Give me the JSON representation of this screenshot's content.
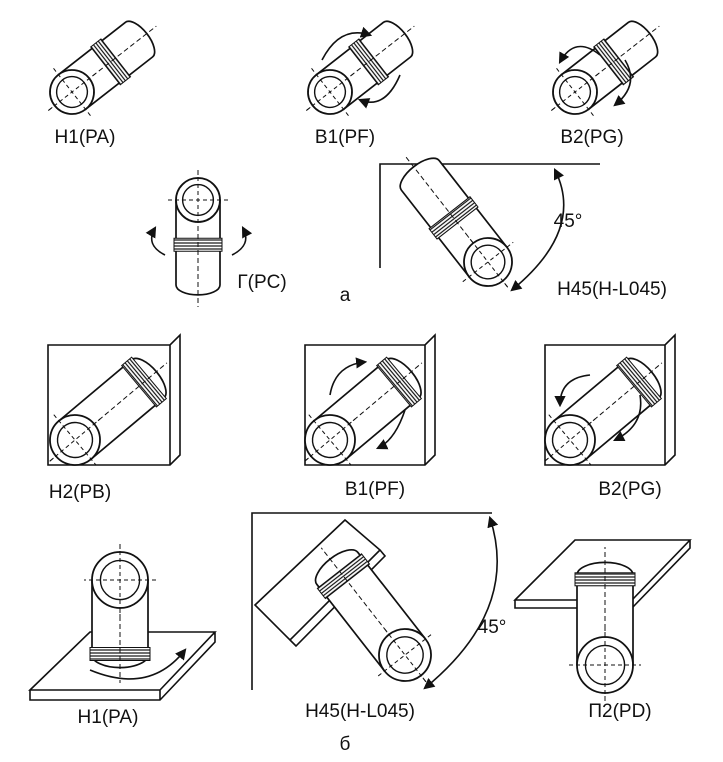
{
  "figure": {
    "section_a": {
      "label": "а",
      "positions": [
        {
          "id": "h1",
          "label": "H1(PA)"
        },
        {
          "id": "b1",
          "label": "B1(PF)"
        },
        {
          "id": "b2",
          "label": "B2(PG)"
        },
        {
          "id": "g",
          "label": "Г(PC)"
        },
        {
          "id": "h45",
          "label": "H45(H-L045)",
          "angle_label": "45°"
        }
      ]
    },
    "section_b": {
      "label": "б",
      "positions": [
        {
          "id": "h2",
          "label": "H2(PB)"
        },
        {
          "id": "b1",
          "label": "B1(PF)"
        },
        {
          "id": "b2",
          "label": "B2(PG)"
        },
        {
          "id": "h1",
          "label": "H1(PA)"
        },
        {
          "id": "h45",
          "label": "H45(H-L045)",
          "angle_label": "45°"
        },
        {
          "id": "p2",
          "label": "П2(PD)"
        }
      ]
    }
  }
}
